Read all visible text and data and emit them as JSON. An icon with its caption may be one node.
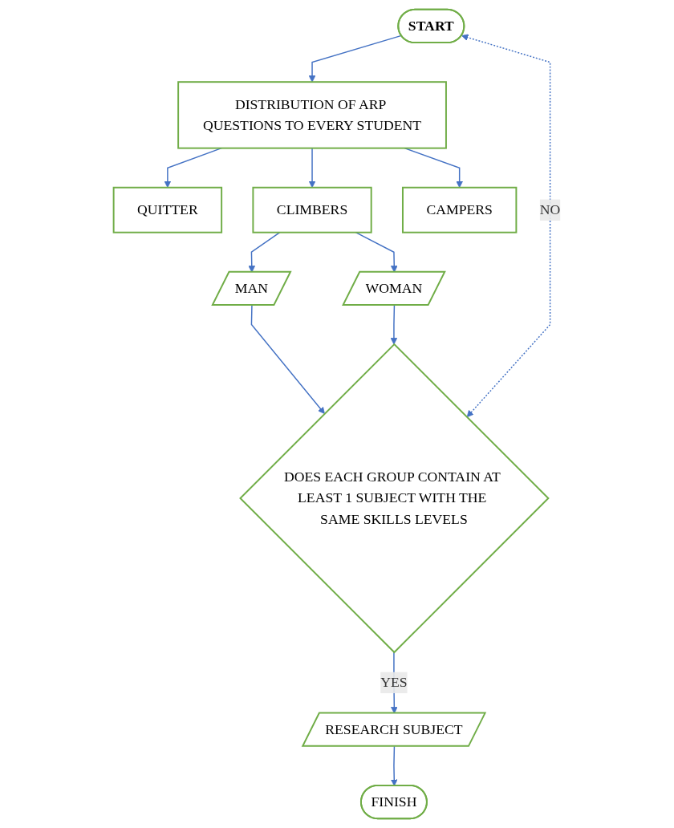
{
  "diagram": {
    "nodes": [
      {
        "text": [
          "START"
        ]
      },
      {
        "text": [
          "DISTRIBUTION OF ARP QUESTIONS TO EVERY STUDENT"
        ]
      },
      {
        "text": [
          "QUITTER"
        ]
      },
      {
        "text": [
          "CLIMBERS"
        ]
      },
      {
        "text": [
          "CAMPERS"
        ]
      },
      {
        "text": [
          "MAN"
        ]
      },
      {
        "text": [
          "WOMAN"
        ]
      },
      {
        "text": [
          "DOES EACH GROUP CONTAIN AT LEAST 1 SUBJECT WITH THE SAME SKILLS LEVELS"
        ]
      },
      {
        "text": [
          "RESEARCH SUBJECT"
        ]
      },
      {
        "text": [
          "FINISH"
        ]
      }
    ],
    "edges": [
      {
        "from": 0,
        "to": 1,
        "arrow": "to"
      },
      {
        "from": 1,
        "to": 2,
        "arrow": "to"
      },
      {
        "from": 1,
        "to": 3,
        "arrow": "to"
      },
      {
        "from": 1,
        "to": 4,
        "arrow": "to"
      },
      {
        "from": 3,
        "to": 5,
        "arrow": "to"
      },
      {
        "from": 3,
        "to": 6,
        "arrow": "to"
      },
      {
        "from": 5,
        "to": 7,
        "arrow": "to"
      },
      {
        "from": 6,
        "to": 7,
        "arrow": "to"
      },
      {
        "from": 7,
        "to": 8,
        "arrow": "to",
        "label": "YES"
      },
      {
        "from": 8,
        "to": 9,
        "arrow": "to"
      },
      {
        "from": 7,
        "to": 0,
        "arrow": "both",
        "label": "NO",
        "style": "dashed"
      }
    ]
  }
}
